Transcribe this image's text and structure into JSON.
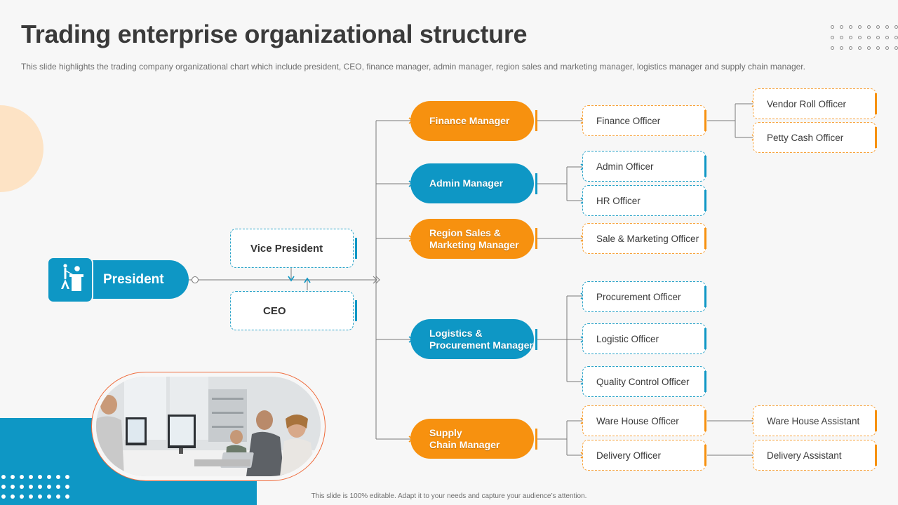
{
  "title": "Trading enterprise organizational structure",
  "subtitle": "This slide highlights the trading company organizational chart which include president, CEO, finance manager, admin manager, region sales and marketing manager, logistics manager and supply chain manager.",
  "footer": "This slide is 100% editable. Adapt it to your needs and capture your audience’s attention.",
  "colors": {
    "orange": "#f7910f",
    "blue": "#0e97c5",
    "peach": "#fde3c5"
  },
  "president": {
    "label": "President",
    "icon": "presenter-icon"
  },
  "vice_president": "Vice President",
  "ceo": "CEO",
  "managers": {
    "finance": "Finance Manager",
    "admin": "Admin Manager",
    "region_sales": "Region Sales &\nMarketing Manager",
    "logistics": "Logistics &\nProcurement Manager",
    "supply_chain": "Supply\nChain Manager"
  },
  "officers": {
    "finance": "Finance  Officer",
    "vendor_roll": "Vendor Roll Officer",
    "petty_cash": "Petty Cash Officer",
    "admin": "Admin Officer",
    "hr": "HR Officer",
    "sale_marketing": "Sale & Marketing Officer",
    "procurement": "Procurement Officer",
    "logistic": "Logistic Officer",
    "quality_control": "Quality Control Officer",
    "ware_house": "Ware House Officer",
    "delivery": "Delivery Officer",
    "ware_house_assistant": "Ware House Assistant",
    "delivery_assistant": "Delivery Assistant"
  },
  "photo": {
    "subject": "office-team-photo"
  }
}
